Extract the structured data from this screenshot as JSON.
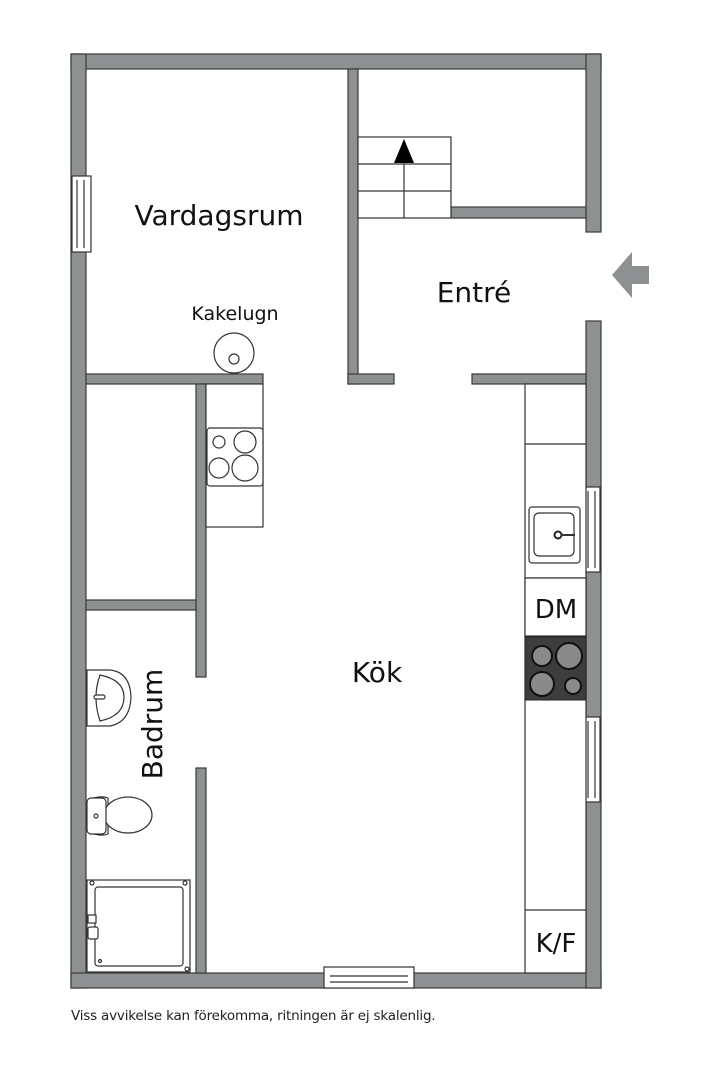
{
  "floorplan": {
    "rooms": {
      "living_room": "Vardagsrum",
      "stove": "Kakelugn",
      "entrance": "Entré",
      "kitchen": "Kök",
      "bathroom": "Badrum"
    },
    "appliances": {
      "dishwasher": "DM",
      "fridge_freezer": "K/F"
    },
    "icons": {
      "entry": "entry-arrow-icon",
      "stairs": "stairs-up-icon",
      "tiled_stove": "tiled-stove-icon",
      "hob": "hob-icon",
      "sink": "sink-icon",
      "washbasin": "washbasin-icon",
      "toilet": "toilet-icon",
      "shower": "shower-icon",
      "window": "window-icon"
    },
    "colors": {
      "wall": "#8e9192",
      "wall_outline": "#3a3a3a",
      "hob_dark": "#3d3d3d",
      "hob_ring": "#8a8a8a",
      "entry_arrow": "#8e9192"
    }
  },
  "footer": {
    "disclaimer": "Viss avvikelse kan förekomma, ritningen är ej skalenlig."
  }
}
